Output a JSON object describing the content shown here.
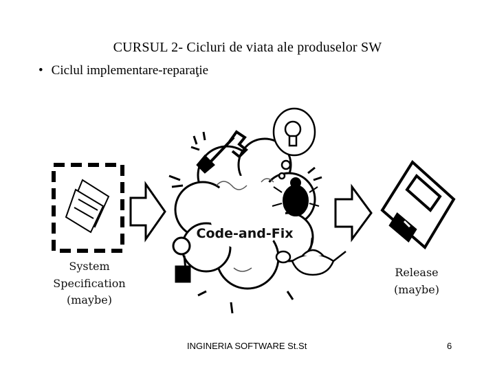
{
  "slide": {
    "title": "CURSUL 2- Cicluri de viata ale produselor SW",
    "bullet": "Ciclul implementare-reparaţie"
  },
  "diagram": {
    "spec": {
      "line1": "System",
      "line2": "Specification",
      "line3": "(maybe)"
    },
    "center": {
      "label": "Code-and-Fix"
    },
    "release": {
      "line1": "Release",
      "line2": "(maybe)"
    }
  },
  "footer": {
    "center_text": "INGINERIA SOFTWARE St.St",
    "page_number": "6"
  },
  "icons": [
    "paper-sheets-icon",
    "arrow-right-icon",
    "wrench-icon",
    "lightbulb-icon",
    "bug-icon",
    "magnifier-icon",
    "magic-lamp-icon",
    "floppy-disk-icon"
  ]
}
